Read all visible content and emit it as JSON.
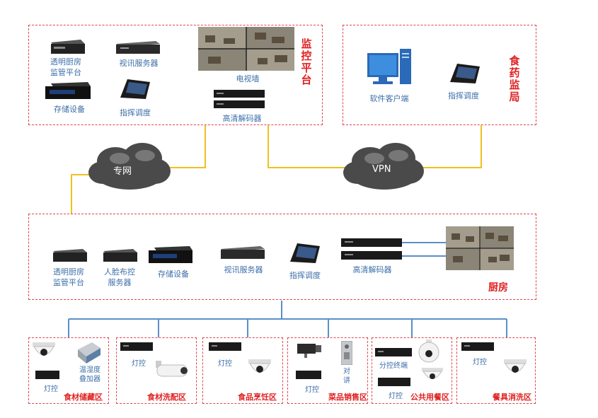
{
  "top_left": {
    "title": "监控平台",
    "transparent_kitchen": "透明厨房\n监管平台",
    "video_server": "视讯服务器",
    "video_wall": "电视墙",
    "storage": "存储设备",
    "dispatch": "指挥调度",
    "hd_decoder": "高清解码器"
  },
  "top_right": {
    "title": "食药监局",
    "software_client": "软件客户端",
    "dispatch": "指挥调度"
  },
  "clouds": {
    "private_net": "专网",
    "vpn": "VPN"
  },
  "kitchen": {
    "title": "厨房",
    "transparent_kitchen": "透明厨房\n监管平台",
    "face_server": "人脸布控\n服务器",
    "storage": "存储设备",
    "video_server": "视讯服务器",
    "dispatch": "指挥调度",
    "hd_decoder": "高清解码器"
  },
  "zones": [
    {
      "name": "食材储藏区",
      "labels": [
        "灯控",
        "温湿度\n叠加器"
      ]
    },
    {
      "name": "食材洗配区",
      "labels": [
        "灯控"
      ]
    },
    {
      "name": "食品烹饪区",
      "labels": [
        "灯控"
      ]
    },
    {
      "name": "菜品销售区",
      "labels": [
        "灯控",
        "对\n讲"
      ]
    },
    {
      "name": "公共用餐区",
      "labels": [
        "分控终端",
        "灯控"
      ]
    },
    {
      "name": "餐具消洗区",
      "labels": [
        "灯控"
      ]
    }
  ],
  "colors": {
    "dash": "#e0454f",
    "link_yellow": "#f0c020",
    "link_blue": "#5b8fc7",
    "label_blue": "#3b6ea8",
    "title_red": "#e02020"
  }
}
